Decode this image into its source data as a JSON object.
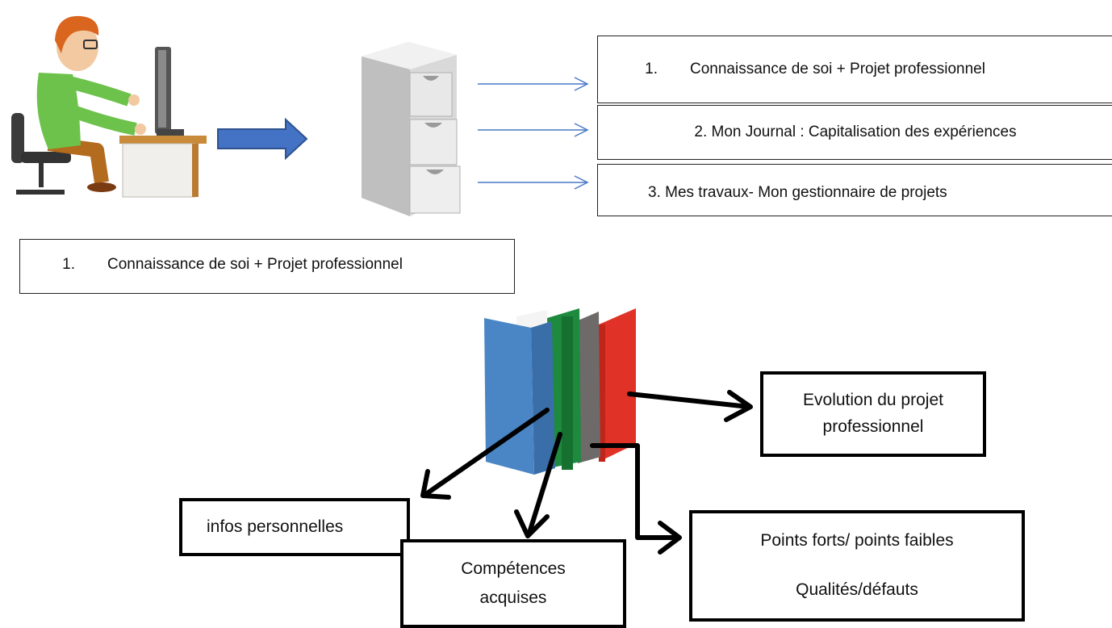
{
  "top_sections": [
    {
      "number": "1.",
      "text": "Connaissance de soi + Projet professionnel"
    },
    {
      "label": "2. Mon Journal : Capitalisation des expériences"
    },
    {
      "label": "3. Mes travaux- Mon gestionnaire de projets"
    }
  ],
  "section_heading": {
    "number": "1.",
    "text": "Connaissance de soi + Projet professionnel"
  },
  "binder_outputs": {
    "evolution": [
      "Evolution du projet",
      "professionnel"
    ],
    "infos": "infos personnelles",
    "competences": [
      "Compétences",
      "acquises"
    ],
    "points": [
      "Points forts/ points faibles",
      "Qualités/défauts"
    ]
  },
  "colors": {
    "blue_arrow": "#4472c4",
    "binder_blue": "#4a86c5",
    "binder_green": "#1e8a3e",
    "binder_gray": "#6e6a69",
    "binder_red": "#e03226",
    "shirt_green": "#6cc24a",
    "hair": "#d9651e"
  },
  "icons": [
    "person-at-computer-icon",
    "drawer-cabinet-icon",
    "binders-icon"
  ]
}
